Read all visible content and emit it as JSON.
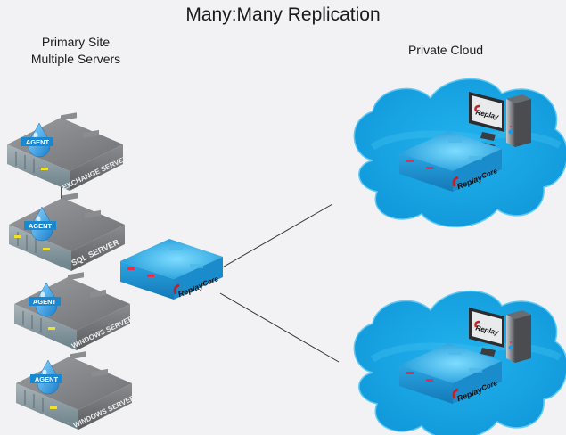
{
  "title": "Many:Many Replication",
  "primary_site": {
    "label_line1": "Primary Site",
    "label_line2": "Multiple Servers",
    "servers": [
      {
        "name": "EXCHANGE SERVER",
        "badge": "AGENT"
      },
      {
        "name": "SQL SERVER",
        "badge": "AGENT"
      },
      {
        "name": "WINDOWS SERVER",
        "badge": "AGENT"
      },
      {
        "name": "WINDOWS SERVER",
        "badge": "AGENT"
      }
    ]
  },
  "core": {
    "brand": "Replay",
    "suffix": "Core"
  },
  "private_cloud": {
    "label": "Private Cloud",
    "clouds": [
      {
        "screen_brand": "Replay",
        "core_brand": "Replay",
        "core_suffix": "Core"
      },
      {
        "screen_brand": "Replay",
        "core_brand": "Replay",
        "core_suffix": "Core"
      }
    ]
  },
  "colors": {
    "background": "#f2f2f4",
    "cloud": "#1aa8e6",
    "cloud_light": "#3cc2f2",
    "server_gray": "#7a7c80",
    "core_blue": "#2aa6e2",
    "agent_drop": "#2a8fd8",
    "line": "#333333"
  }
}
